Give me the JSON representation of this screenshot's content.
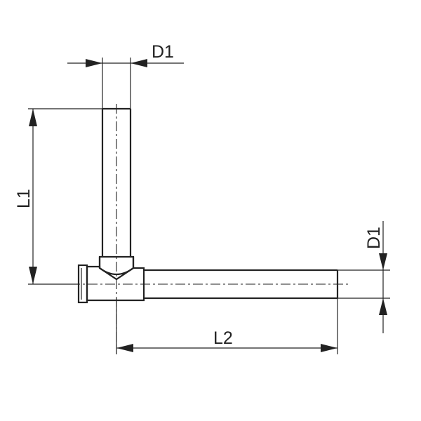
{
  "labels": {
    "d1_top": "D1",
    "d1_right": "D1",
    "l1": "L1",
    "l2": "L2"
  },
  "colors": {
    "line": "#222222",
    "background": "#ffffff"
  }
}
